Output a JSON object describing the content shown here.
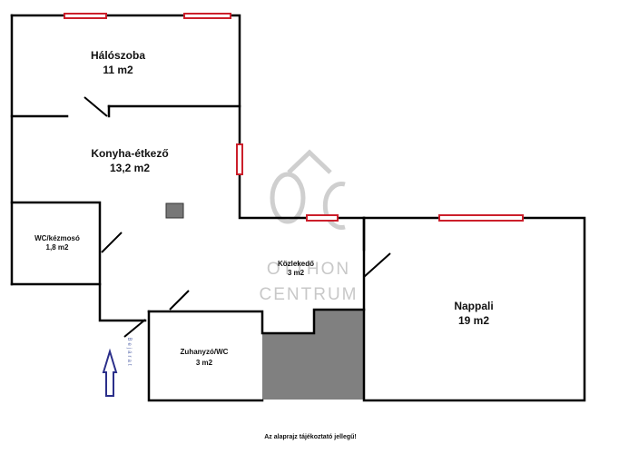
{
  "rooms": {
    "bedroom": {
      "name": "Hálószoba",
      "area": "11 m2"
    },
    "kitchen": {
      "name": "Konyha-étkező",
      "area": "13,2 m2"
    },
    "wc": {
      "name": "WC/kézmosó",
      "area": "1,8 m2"
    },
    "corridor": {
      "name": "Közlekedő",
      "area": "3 m2"
    },
    "living": {
      "name": "Nappali",
      "area": "19 m2"
    },
    "shower": {
      "name": "Zuhanyzó/WC",
      "area": "3 m2"
    }
  },
  "entrance": {
    "label": "Bejárat"
  },
  "watermark": {
    "monogram": "OC",
    "line1": "OTTHON",
    "line2": "CENTRUM"
  },
  "footnote": "Az alaprajz tájékoztató jellegű!",
  "colors": {
    "wall": "#000000",
    "window": "#cc1f2b",
    "shaft": "#808080",
    "arrow": "#2b2f8a",
    "watermark": "#c8c8c8"
  }
}
